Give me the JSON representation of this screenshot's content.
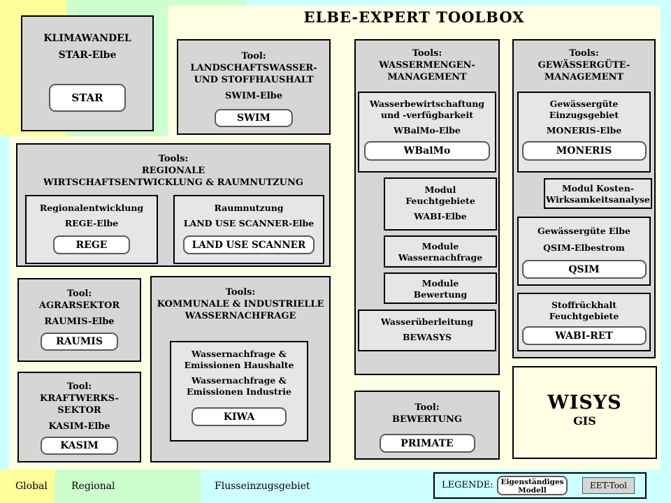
{
  "title": "ELBE-EXPERT TOOLBOX",
  "colors": {
    "global_band": "#ffff99",
    "regional_band": "#ccffcc",
    "basin_band": "#ccffff",
    "panel": "#ffffe4",
    "box": "#d6d6d6",
    "subbox": "#e6e6e6",
    "button": "#ffffff",
    "border": "#000000"
  },
  "klimawandel": {
    "line1": "KLIMAWANDEL",
    "line2": "STAR-Elbe",
    "button": "STAR"
  },
  "landschaft": {
    "t1": "Tool:",
    "t2": "LANDSCHAFTSWASSER-",
    "t3": "UND STOFFHAUSHALT",
    "model": "SWIM-Elbe",
    "button": "SWIM"
  },
  "regionale": {
    "t1": "Tools:",
    "t2": "REGIONALE",
    "t3": "WIRTSCHAFTSENTWICKLUNG & RAUMNUTZUNG",
    "left": {
      "l1": "Regionalentwicklung",
      "l2": "REGE-Elbe",
      "button": "REGE"
    },
    "right": {
      "l1": "Raumnutzung",
      "l2": "LAND USE SCANNER-Elbe",
      "button": "LAND USE SCANNER"
    }
  },
  "agrar": {
    "t1": "Tool:",
    "t2": "AGRARSEKTOR",
    "model": "RAUMIS-Elbe",
    "button": "RAUMIS"
  },
  "kraftwerk": {
    "t1": "Tool:",
    "t2": "KRAFTWERKS-",
    "t3": "SEKTOR",
    "model": "KASIM-Elbe",
    "button": "KASIM"
  },
  "kommunale": {
    "t1": "Tools:",
    "t2": "KOMMUNALE & INDUSTRIELLE",
    "t3": "WASSERNACHFRAGE",
    "inner": {
      "l1": "Wassernachfrage &",
      "l2": "Emissionen Haushalte",
      "l3": "Wassernachfrage &",
      "l4": "Emissionen Industrie",
      "button": "KIWA"
    }
  },
  "wassermengen": {
    "t1": "Tools:",
    "t2": "WASSERMENGEN-",
    "t3": "MANAGEMENT",
    "bewirtschaftung": {
      "l1": "Wasserbewirtschaftung",
      "l2": "und -verfügbarkeit",
      "model": "WBalMo-Elbe",
      "button": "WBalMo"
    },
    "feuchtgebiete": {
      "l1": "Modul",
      "l2": "Feuchtgebiete",
      "model": "WABI-Elbe"
    },
    "nachfrage": {
      "l1": "Module",
      "l2": "Wassernachfrage"
    },
    "bewertung": {
      "l1": "Module",
      "l2": "Bewertung"
    },
    "ueberleitung": {
      "l1": "Wasserüberleitung",
      "model": "BEWASYS"
    }
  },
  "bewertung": {
    "t1": "Tool:",
    "t2": "BEWERTUNG",
    "button": "PRIMATE"
  },
  "gewaesserguete": {
    "t1": "Tools:",
    "t2": "GEWÄSSERGÜTE-",
    "t3": "MANAGEMENT",
    "einzugsgebiet": {
      "l1": "Gewässergüte",
      "l2": "Einzugsgebiet",
      "model": "MONERIS-Elbe",
      "button": "MONERIS"
    },
    "kosten": {
      "l1": "Modul Kosten-",
      "l2": "Wirksamkeitsanalyse"
    },
    "elbe": {
      "l1": "Gewässergüte Elbe",
      "model": "QSIM-Elbestrom",
      "button": "QSIM"
    },
    "stoffrueckhalt": {
      "l1": "Stoffrückhalt",
      "l2": "Feuchtgebiete",
      "button": "WABI-RET"
    }
  },
  "wisys": {
    "name": "WISYS",
    "sub": "GIS"
  },
  "footer": {
    "global": "Global",
    "regional": "Regional",
    "basin": "Flusseinzugsgebiet",
    "legend_label": "LEGENDE:",
    "model_l1": "Eigenständiges",
    "model_l2": "Modell",
    "tool": "EET-Tool"
  }
}
